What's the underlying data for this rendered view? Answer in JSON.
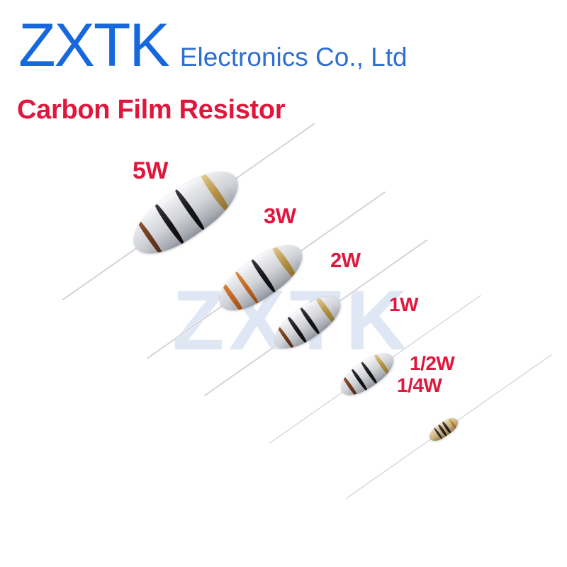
{
  "header": {
    "brand_mark": "ZXTK",
    "brand_suffix": "Electronics Co., Ltd",
    "brand_color": "#1668dc",
    "product_title": "Carbon Film Resistor",
    "title_color": "#e0173c"
  },
  "watermark": {
    "text": "ZXTK",
    "color": "#dfe7f5"
  },
  "background_color": "#ffffff",
  "lead_color": "#b9bcc2",
  "products": [
    {
      "label": "5W",
      "body_color": "#d2d4d8",
      "bands": [
        "brown",
        "black",
        "black",
        "gold"
      ],
      "band_colors": [
        "#6b3a1e",
        "#17171a",
        "#17171a",
        "#b69446"
      ]
    },
    {
      "label": "3W",
      "body_color": "#d2d4d8",
      "bands": [
        "orange",
        "orange",
        "black",
        "gold"
      ],
      "band_colors": [
        "#c2641f",
        "#c2641f",
        "#17171a",
        "#b69446"
      ]
    },
    {
      "label": "2W",
      "body_color": "#d2d4d8",
      "bands": [
        "brown",
        "black",
        "black",
        "gold"
      ],
      "band_colors": [
        "#6b3a1e",
        "#17171a",
        "#17171a",
        "#b69446"
      ]
    },
    {
      "label": "1W",
      "body_color": "#d2d4d8",
      "bands": [
        "brown",
        "black",
        "black",
        "gold"
      ],
      "band_colors": [
        "#6b3a1e",
        "#17171a",
        "#17171a",
        "#b69446"
      ]
    },
    {
      "label": "1/2W",
      "body_color": "#d2d4d8",
      "bands": [
        "brown",
        "black",
        "black",
        "gold"
      ],
      "band_colors": [
        "#6b3a1e",
        "#17171a",
        "#17171a",
        "#b69446"
      ]
    },
    {
      "label": "1/4W",
      "body_color": "#cfb384",
      "bands": [
        "black",
        "black",
        "black",
        "gold"
      ],
      "band_colors": [
        "#2a2622",
        "#2a2622",
        "#2a2622",
        "#b08b3e"
      ]
    }
  ]
}
